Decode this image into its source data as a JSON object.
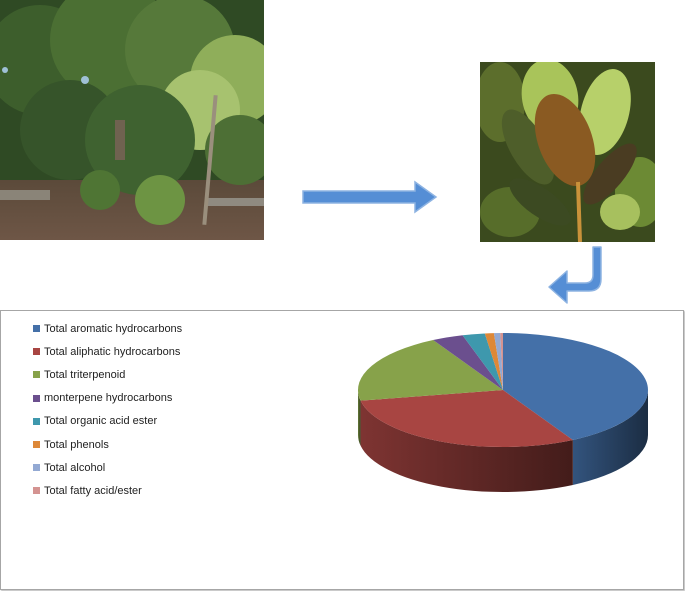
{
  "figure": {
    "left_image": {
      "description": "Tree in garden",
      "alt": "tree photo"
    },
    "right_image": {
      "description": "Leaves close-up",
      "alt": "leaf photo"
    },
    "arrows": [
      {
        "name": "right-arrow",
        "color": "#558ed5"
      },
      {
        "name": "return-arrow",
        "color": "#558ed5"
      }
    ]
  },
  "chart_data": {
    "type": "pie",
    "style": "3d",
    "title": "",
    "legend_position": "left",
    "categories": [
      "Total aromatic hydrocarbons",
      "Total aliphatic hydrocarbons",
      "Total triterpenoid",
      "monterpene hydrocarbons",
      "Total organic acid ester",
      "Total phenols",
      "Total alcohol",
      "Total fatty acid/ester"
    ],
    "values": [
      42,
      30,
      20,
      3.5,
      2.5,
      1,
      0.7,
      0.3
    ],
    "colors": [
      "#4470a8",
      "#a84542",
      "#87a24a",
      "#6b4f8e",
      "#3e98ad",
      "#dd8838",
      "#93a9d3",
      "#d49391"
    ]
  },
  "legend": {
    "items": [
      {
        "label": "Total aromatic hydrocarbons",
        "color": "#4470a8"
      },
      {
        "label": "Total aliphatic hydrocarbons",
        "color": "#a84542"
      },
      {
        "label": "Total triterpenoid",
        "color": "#87a24a"
      },
      {
        "label": "monterpene hydrocarbons",
        "color": "#6b4f8e"
      },
      {
        "label": "Total organic acid ester",
        "color": "#3e98ad"
      },
      {
        "label": "Total phenols",
        "color": "#dd8838"
      },
      {
        "label": "Total alcohol",
        "color": "#93a9d3"
      },
      {
        "label": "Total fatty acid/ester",
        "color": "#d49391"
      }
    ]
  }
}
